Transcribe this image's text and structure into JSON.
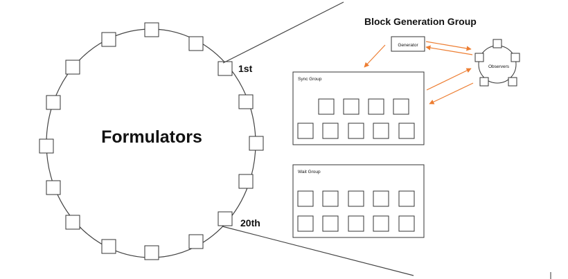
{
  "title": "Block Generation Group",
  "ring": {
    "label": "Formulators",
    "first_label": "1st",
    "last_label": "20th"
  },
  "generator": {
    "label": "Generator"
  },
  "observers": {
    "label": "Observers"
  },
  "sync_group": {
    "label": "Sync Group"
  },
  "wait_group": {
    "label": "Wait Group"
  },
  "colors": {
    "stroke": "#333333",
    "arrow": "#ed7d31",
    "background": "#ffffff"
  }
}
